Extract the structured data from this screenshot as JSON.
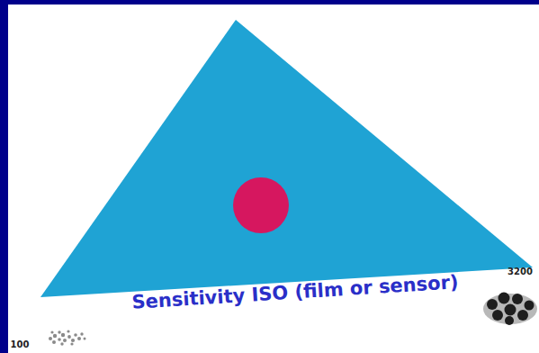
{
  "diagram": {
    "labels": [
      "Sensitivity ISO (film or sensor)",
      "100",
      "3200"
    ]
  }
}
